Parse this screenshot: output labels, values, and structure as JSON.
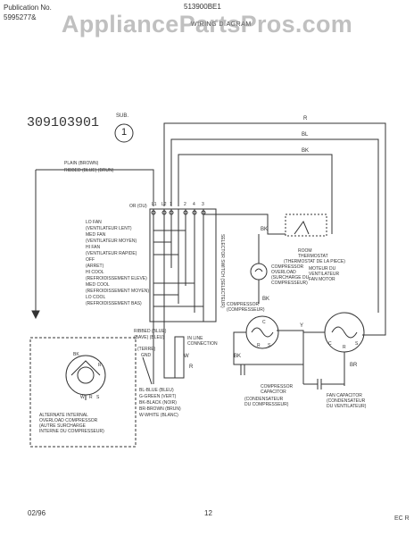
{
  "header": {
    "publication_label": "Publication No.",
    "publication_number": "5995277&",
    "model": "513900BE1",
    "title": "WIRING DIAGRAM",
    "watermark": "AppliancePartsPros.com"
  },
  "diagram": {
    "part_number": "309103901",
    "sub_label": "SUB.",
    "sub_number": "1",
    "plug_label_1": "PLAIN (BROWN)",
    "plug_label_2": "RIBBED (BLUE) (BRUN)",
    "or_label": "OR (OU)",
    "switch_terminals": [
      "L1",
      "L2",
      "1",
      "2",
      "4",
      "3"
    ],
    "wire_labels": [
      "R",
      "BL",
      "BK",
      "BK",
      "BK",
      "Y",
      "BR",
      "R",
      "W",
      "BK"
    ],
    "selector_switch": "SELECTOR SWITCH (SELECTEUR)",
    "switch_positions": [
      "LO FAN",
      "(VENTILATEUR LENT)",
      "MED FAN",
      "(VENTILATEUR MOYEN)",
      "HI FAN",
      "(VENTILATEUR RAPIDE)",
      "OFF",
      "(ARRET)",
      "HI COOL",
      "(REFROIDISSEMENT ELEVE)",
      "MED COOL",
      "(REFROIDISSEMENT MOYEN)",
      "LO COOL",
      "(REFROIDISSEMENT BAS)"
    ],
    "thermostat": [
      "ROOM",
      "THERMOSTAT",
      "(THERMOSTAT DE LA PIECE)"
    ],
    "overload": [
      "COMPRESSOR",
      "OVERLOAD",
      "(SURCHARGE DU",
      "COMPRESSEUR)"
    ],
    "compressor": [
      "COMPRESSOR",
      "(COMPRESSEUR)"
    ],
    "fan_motor": [
      "MOTEUR DU",
      "VENTILATEUR",
      "FAN MOTOR"
    ],
    "compressor_terminals": [
      "R",
      "S",
      "C"
    ],
    "fan_terminals": [
      "C",
      "R",
      "S"
    ],
    "cord_labels": [
      "RIBBED (BLUE)",
      "(BAVE) (BLEU)",
      "(TERRE)",
      "GND"
    ],
    "inline_connection": [
      "IN LINE",
      "CONNECTION"
    ],
    "color_legend": [
      "BL-BLUE (BLEU)",
      "G-GREEN (VERT)",
      "BK-BLACK (NOIR)",
      "BR-BROWN (BRUN)",
      "W-WHITE (BLANC)"
    ],
    "comp_capacitor": [
      "COMPRESSOR",
      "CAPACITOR",
      "(CONDENSATEUR",
      "DU COMPRESSEUR)"
    ],
    "fan_capacitor": [
      "FAN CAPACITOR",
      "(CONDENSATEUR",
      "DU VENTILATEUR)"
    ],
    "alt_overload": [
      "ALTERNATE INTERNAL",
      "OVERLOAD COMPRESSOR",
      "(AUTRE SURCHARGE",
      "INTERNE DU COMPRESSEUR)"
    ],
    "alt_terminals": [
      "BK",
      "R",
      "W",
      "R",
      "S"
    ]
  },
  "footer": {
    "date": "02/96",
    "page": "12",
    "corner": "EC R"
  }
}
